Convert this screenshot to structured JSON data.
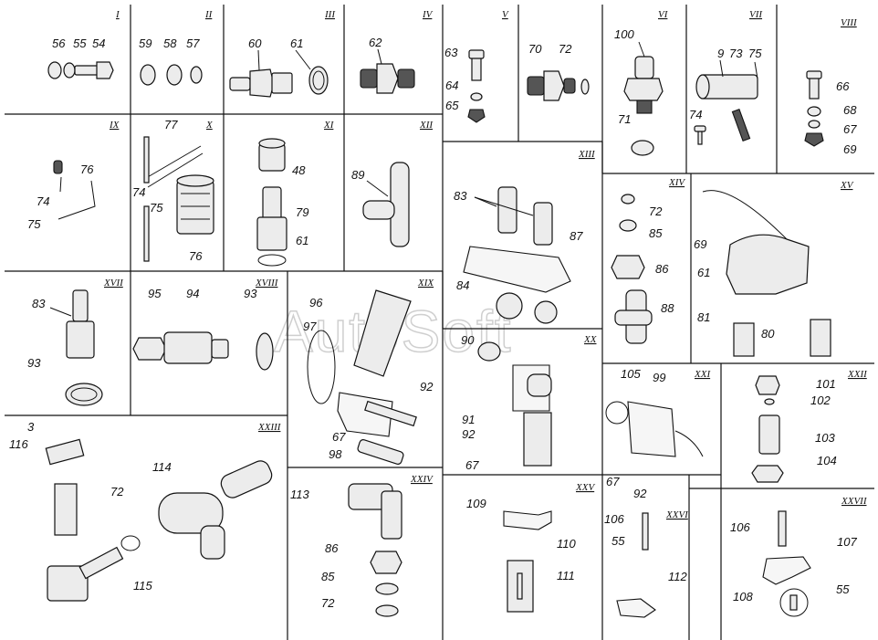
{
  "watermark": "AutoSoft",
  "panels": [
    {
      "roman": "I",
      "labels": [
        "56",
        "55",
        "54"
      ]
    },
    {
      "roman": "II",
      "labels": [
        "59",
        "58",
        "57"
      ]
    },
    {
      "roman": "III",
      "labels": [
        "60",
        "61"
      ]
    },
    {
      "roman": "IV",
      "labels": [
        "62"
      ]
    },
    {
      "roman": "V",
      "labels": [
        "63",
        "64",
        "65",
        "70",
        "72"
      ]
    },
    {
      "roman": "VI",
      "labels": [
        "100",
        "71"
      ]
    },
    {
      "roman": "VII",
      "labels": [
        "9",
        "73",
        "75",
        "74"
      ]
    },
    {
      "roman": "VIII",
      "labels": [
        "66",
        "68",
        "67",
        "69"
      ]
    },
    {
      "roman": "IX",
      "labels": [
        "76",
        "74",
        "75"
      ]
    },
    {
      "roman": "X",
      "labels": [
        "77",
        "74",
        "75",
        "76"
      ]
    },
    {
      "roman": "XI",
      "labels": [
        "48",
        "79",
        "61"
      ]
    },
    {
      "roman": "XII",
      "labels": [
        "89"
      ]
    },
    {
      "roman": "XIII",
      "labels": [
        "83",
        "87",
        "84"
      ]
    },
    {
      "roman": "XIV",
      "labels": [
        "72",
        "85",
        "86",
        "88"
      ]
    },
    {
      "roman": "XV",
      "labels": [
        "69",
        "61",
        "81",
        "80"
      ]
    },
    {
      "roman": "XVII",
      "labels": [
        "83",
        "93"
      ]
    },
    {
      "roman": "XVIII",
      "labels": [
        "95",
        "94",
        "93"
      ]
    },
    {
      "roman": "XIX",
      "labels": [
        "96",
        "97",
        "92",
        "67",
        "98"
      ]
    },
    {
      "roman": "XX",
      "labels": [
        "90",
        "91",
        "92",
        "67"
      ]
    },
    {
      "roman": "XXI",
      "labels": [
        "105",
        "99",
        "67",
        "92"
      ]
    },
    {
      "roman": "XXII",
      "labels": [
        "101",
        "102",
        "103",
        "104"
      ]
    },
    {
      "roman": "XXIII",
      "labels": [
        "3",
        "116",
        "114",
        "72",
        "115"
      ]
    },
    {
      "roman": "XXIV",
      "labels": [
        "113",
        "86",
        "85",
        "72"
      ]
    },
    {
      "roman": "XXV",
      "labels": [
        "109",
        "110",
        "111"
      ]
    },
    {
      "roman": "XXVI",
      "labels": [
        "106",
        "55",
        "112"
      ]
    },
    {
      "roman": "XXVII",
      "labels": [
        "106",
        "107",
        "108",
        "55"
      ]
    }
  ]
}
